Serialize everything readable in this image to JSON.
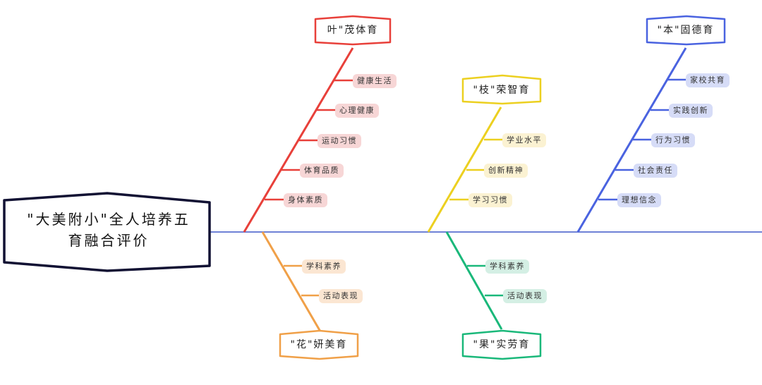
{
  "root": {
    "line1": "\"大美附小\"全人培养五",
    "line2": "育融合评价",
    "color": "#111133"
  },
  "spine": {
    "color": "#6f82d6"
  },
  "branches": [
    {
      "id": "ti",
      "title": "叶\"茂体育",
      "color": "#e8403a",
      "label_bg": "#f7d6d6",
      "items": [
        "健康生活",
        "心理健康",
        "运动习惯",
        "体育品质",
        "身体素质"
      ]
    },
    {
      "id": "mei",
      "title": "\"花\"妍美育",
      "color": "#f0a048",
      "label_bg": "#fbe6d2",
      "items": [
        "学科素养",
        "活动表现"
      ]
    },
    {
      "id": "zhi",
      "title": "\"枝\"荣智育",
      "color": "#ecd020",
      "label_bg": "#fbf2d2",
      "items": [
        "学业水平",
        "创新精神",
        "学习习惯"
      ]
    },
    {
      "id": "lao",
      "title": "\"果\"实劳育",
      "color": "#1ab87a",
      "label_bg": "#d4efe4",
      "items": [
        "学科素养",
        "活动表现"
      ]
    },
    {
      "id": "de",
      "title": "\"本\"固德育",
      "color": "#4a63e0",
      "label_bg": "#d6dcf7",
      "items": [
        "家校共育",
        "实践创新",
        "行为习惯",
        "社会责任",
        "理想信念"
      ]
    }
  ]
}
